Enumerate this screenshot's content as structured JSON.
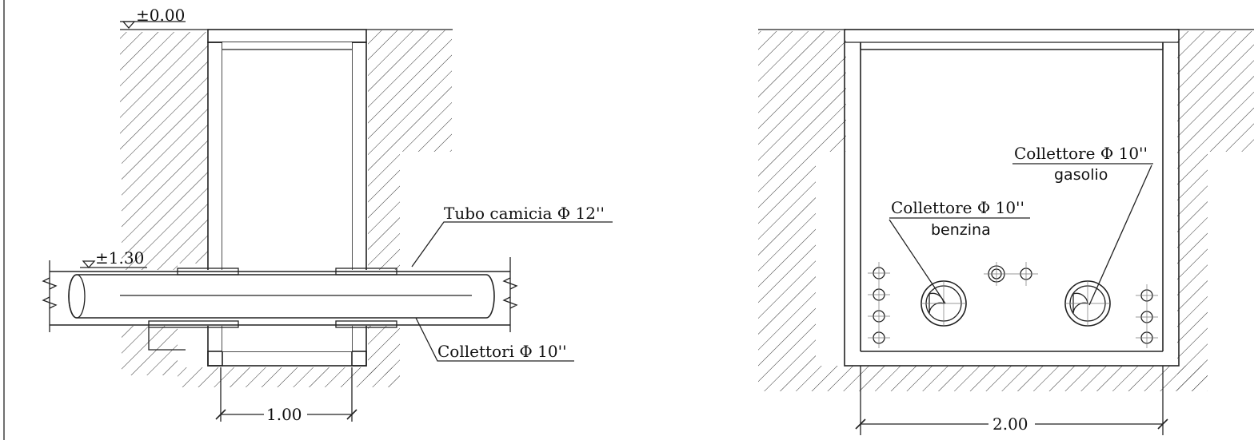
{
  "left_section": {
    "level_top": "±0.00",
    "level_pipe": "±1.30",
    "label_sleeve": "Tubo camicia Φ  12''",
    "label_collectors": "Collettori Φ  10''",
    "dimension_width": "1.00"
  },
  "right_section": {
    "label_diesel_line1": "Collettore Φ  10''",
    "label_diesel_line2": "gasolio",
    "label_petrol_line1": "Collettore Φ  10''",
    "label_petrol_line2": "benzina",
    "dimension_width": "2.00"
  },
  "colors": {
    "line": "#222222",
    "background": "#ffffff"
  }
}
